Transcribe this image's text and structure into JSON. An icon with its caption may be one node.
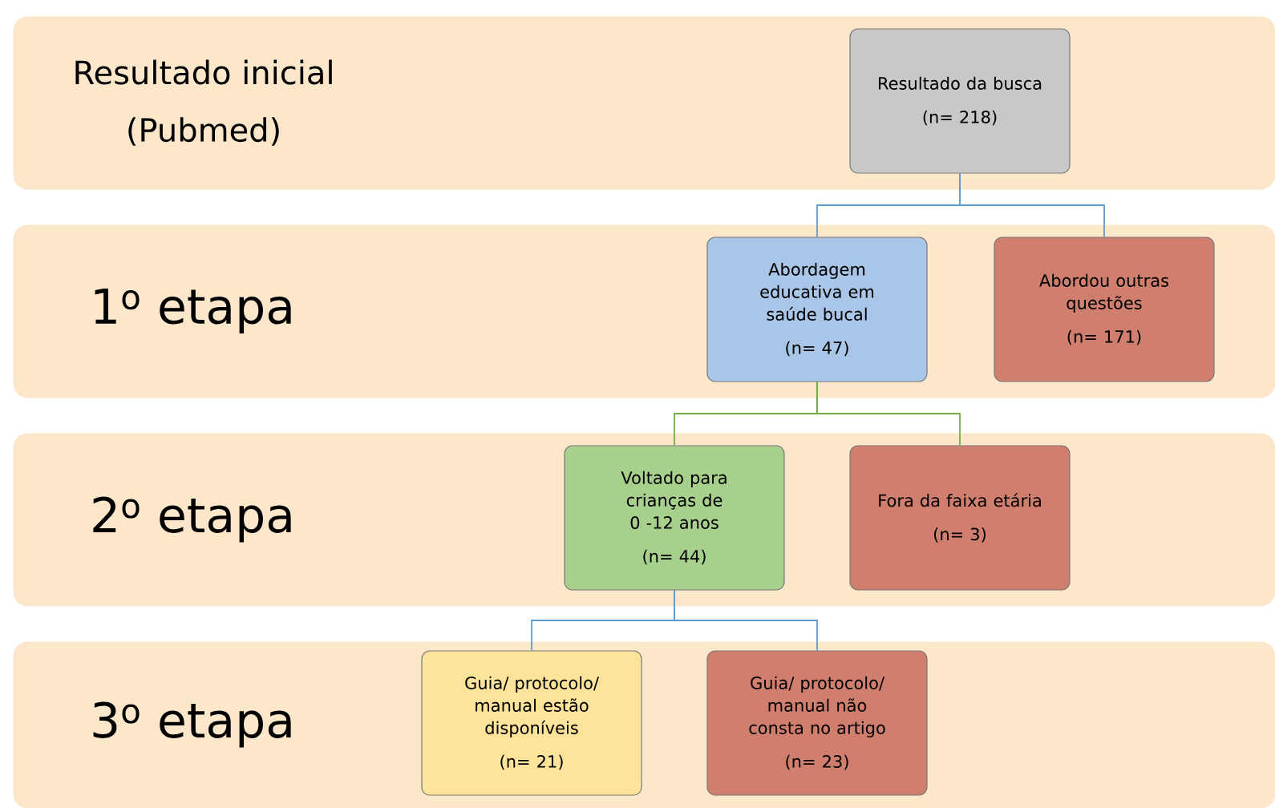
{
  "diagram": {
    "nodes": [
      {
        "text": [
          "Resultado inicial",
          "(Pubmed)"
        ]
      },
      {
        "text": [
          "Resultado da busca",
          "(n= 218)"
        ],
        "in": 0
      },
      {
        "text": [
          "1$^{o}$ etapa"
        ]
      },
      {
        "text": [
          "Abordagem educativa em saúde bucal",
          "(n= 47)"
        ],
        "in": 2
      },
      {
        "text": [
          "Abordou outras questões",
          "(n= 171)"
        ],
        "in": 2
      },
      {
        "text": [
          "2$^{o}$ etapa"
        ]
      },
      {
        "text": [
          "Voltado para crianças de 0 -12 anos",
          "(n= 44)"
        ],
        "in": 5
      },
      {
        "text": [
          "Fora da faixa etária",
          "(n= 3)"
        ],
        "in": 5
      },
      {
        "text": [
          "3$^{o}$ etapa"
        ]
      },
      {
        "text": [
          "Guia/ protocolo/ manual estão disponíveis",
          "(n= 21)"
        ],
        "in": 8
      },
      {
        "text": [
          "Guia/ protocolo/ manual não consta no artigo",
          "(n= 23)"
        ],
        "in": 8
      }
    ],
    "edges": [
      {
        "from": 1,
        "to": 3,
        "arrow": "none"
      },
      {
        "from": 1,
        "to": 4,
        "arrow": "none"
      },
      {
        "from": 3,
        "to": 6,
        "arrow": "none",
        "color": "#70ad47"
      },
      {
        "from": 3,
        "to": 7,
        "arrow": "none",
        "color": "#70ad47"
      },
      {
        "from": 6,
        "to": 9,
        "arrow": "none"
      },
      {
        "from": 6,
        "to": 10,
        "arrow": "none"
      }
    ]
  }
}
